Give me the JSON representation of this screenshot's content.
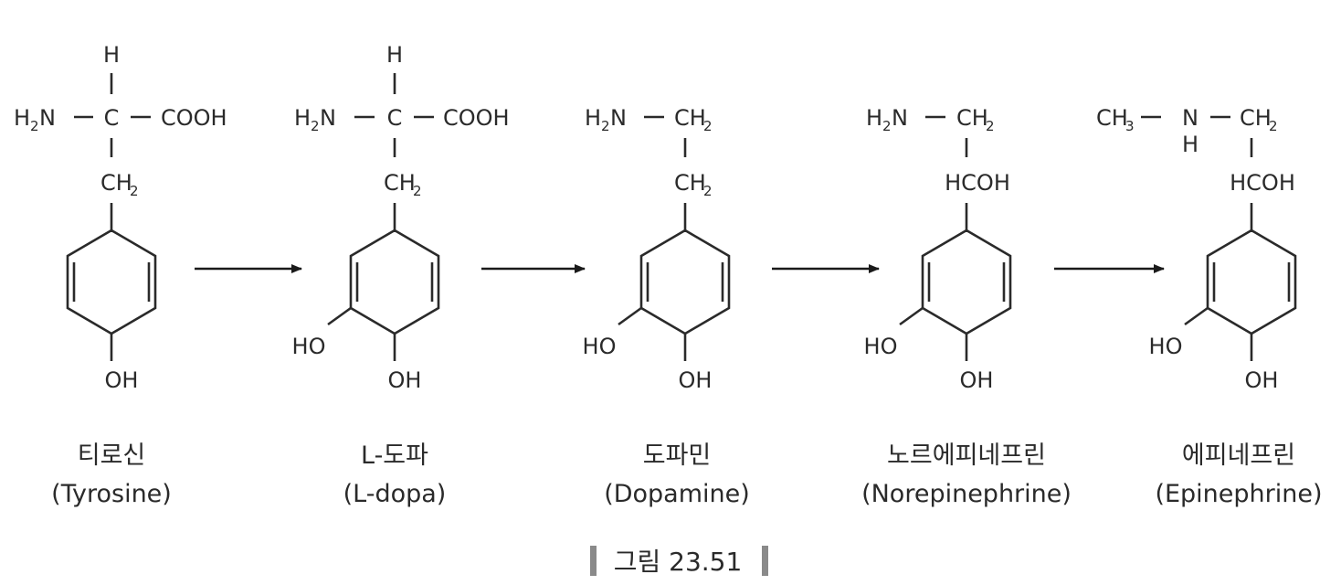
{
  "compounds": [
    {
      "id": "tyrosine",
      "name_ko": "티로신",
      "name_en": "(Tyrosine)",
      "labels": {
        "h_top": "H",
        "amine_h": "H",
        "amine_sub": "2",
        "amine_n": "N",
        "center": "C",
        "acid": "COOH",
        "ch": "CH",
        "ch_sub": "2",
        "para_oh": "OH"
      }
    },
    {
      "id": "l-dopa",
      "name_ko": "L-도파",
      "name_en": "(L-dopa)",
      "labels": {
        "h_top": "H",
        "amine_h": "H",
        "amine_sub": "2",
        "amine_n": "N",
        "center": "C",
        "acid": "COOH",
        "ch": "CH",
        "ch_sub": "2",
        "meta_ho": "HO",
        "para_oh": "OH"
      }
    },
    {
      "id": "dopamine",
      "name_ko": "도파민",
      "name_en": "(Dopamine)",
      "labels": {
        "amine_h": "H",
        "amine_sub": "2",
        "amine_n": "N",
        "ch_top": "CH",
        "ch_top_sub": "2",
        "ch": "CH",
        "ch_sub": "2",
        "meta_ho": "HO",
        "para_oh": "OH"
      }
    },
    {
      "id": "norepinephrine",
      "name_ko": "노르에피네프린",
      "name_en": "(Norepinephrine)",
      "labels": {
        "amine_h": "H",
        "amine_sub": "2",
        "amine_n": "N",
        "ch_top": "CH",
        "ch_top_sub": "2",
        "hcoh": "HCOH",
        "meta_ho": "HO",
        "para_oh": "OH"
      }
    },
    {
      "id": "epinephrine",
      "name_ko": "에피네프린",
      "name_en": "(Epinephrine)",
      "labels": {
        "methyl": "CH",
        "methyl_sub": "3",
        "n": "N",
        "nh": "H",
        "ch_top": "CH",
        "ch_top_sub": "2",
        "hcoh": "HCOH",
        "meta_ho": "HO",
        "para_oh": "OH"
      }
    }
  ],
  "arrows": [
    "tyrosine→l-dopa",
    "l-dopa→dopamine",
    "dopamine→norepinephrine",
    "norepinephrine→epinephrine"
  ],
  "caption": "그림 23.51"
}
